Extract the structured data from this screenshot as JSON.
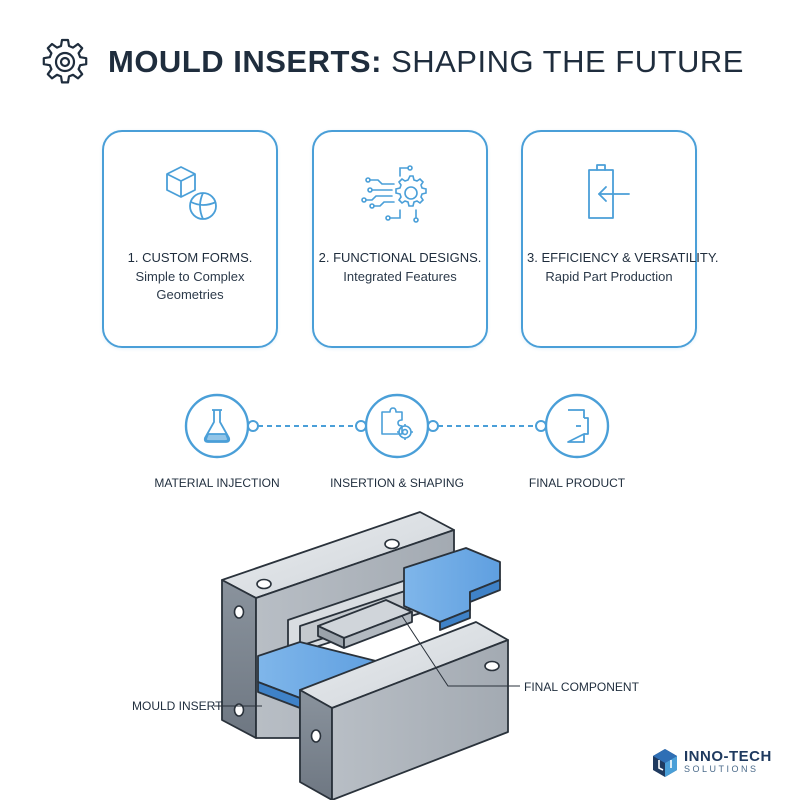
{
  "header": {
    "title_bold": "MOULD INSERTS:",
    "title_light": "SHAPING THE FUTURE",
    "icon": "gear-icon"
  },
  "cards": [
    {
      "icon": "cube-sphere-icon",
      "title": "1. CUSTOM FORMS.",
      "subtitle": "Simple to Complex Geometries"
    },
    {
      "icon": "circuit-gear-icon",
      "title": "2. FUNCTIONAL DESIGNS.",
      "subtitle": "Integrated Features"
    },
    {
      "icon": "battery-arrow-icon",
      "title": "3. EFFICIENCY & VERSATILITY.",
      "subtitle": "Rapid Part Production"
    }
  ],
  "process": {
    "steps": [
      {
        "icon": "flask-icon",
        "label": "MATERIAL INJECTION"
      },
      {
        "icon": "puzzle-gear-icon",
        "label": "INSERTION & SHAPING"
      },
      {
        "icon": "product-door-icon",
        "label": "FINAL PRODUCT"
      }
    ]
  },
  "diagram": {
    "callout_left": "MOULD INSERT",
    "callout_right": "FINAL COMPONENT"
  },
  "logo": {
    "name": "INNO-TECH",
    "sub": "SOLUTIONS"
  },
  "colors": {
    "accent": "#4a9fd8",
    "insert_blue": "#4f93d8",
    "text": "#1f2d3d",
    "steel": "#9aa3ad"
  }
}
